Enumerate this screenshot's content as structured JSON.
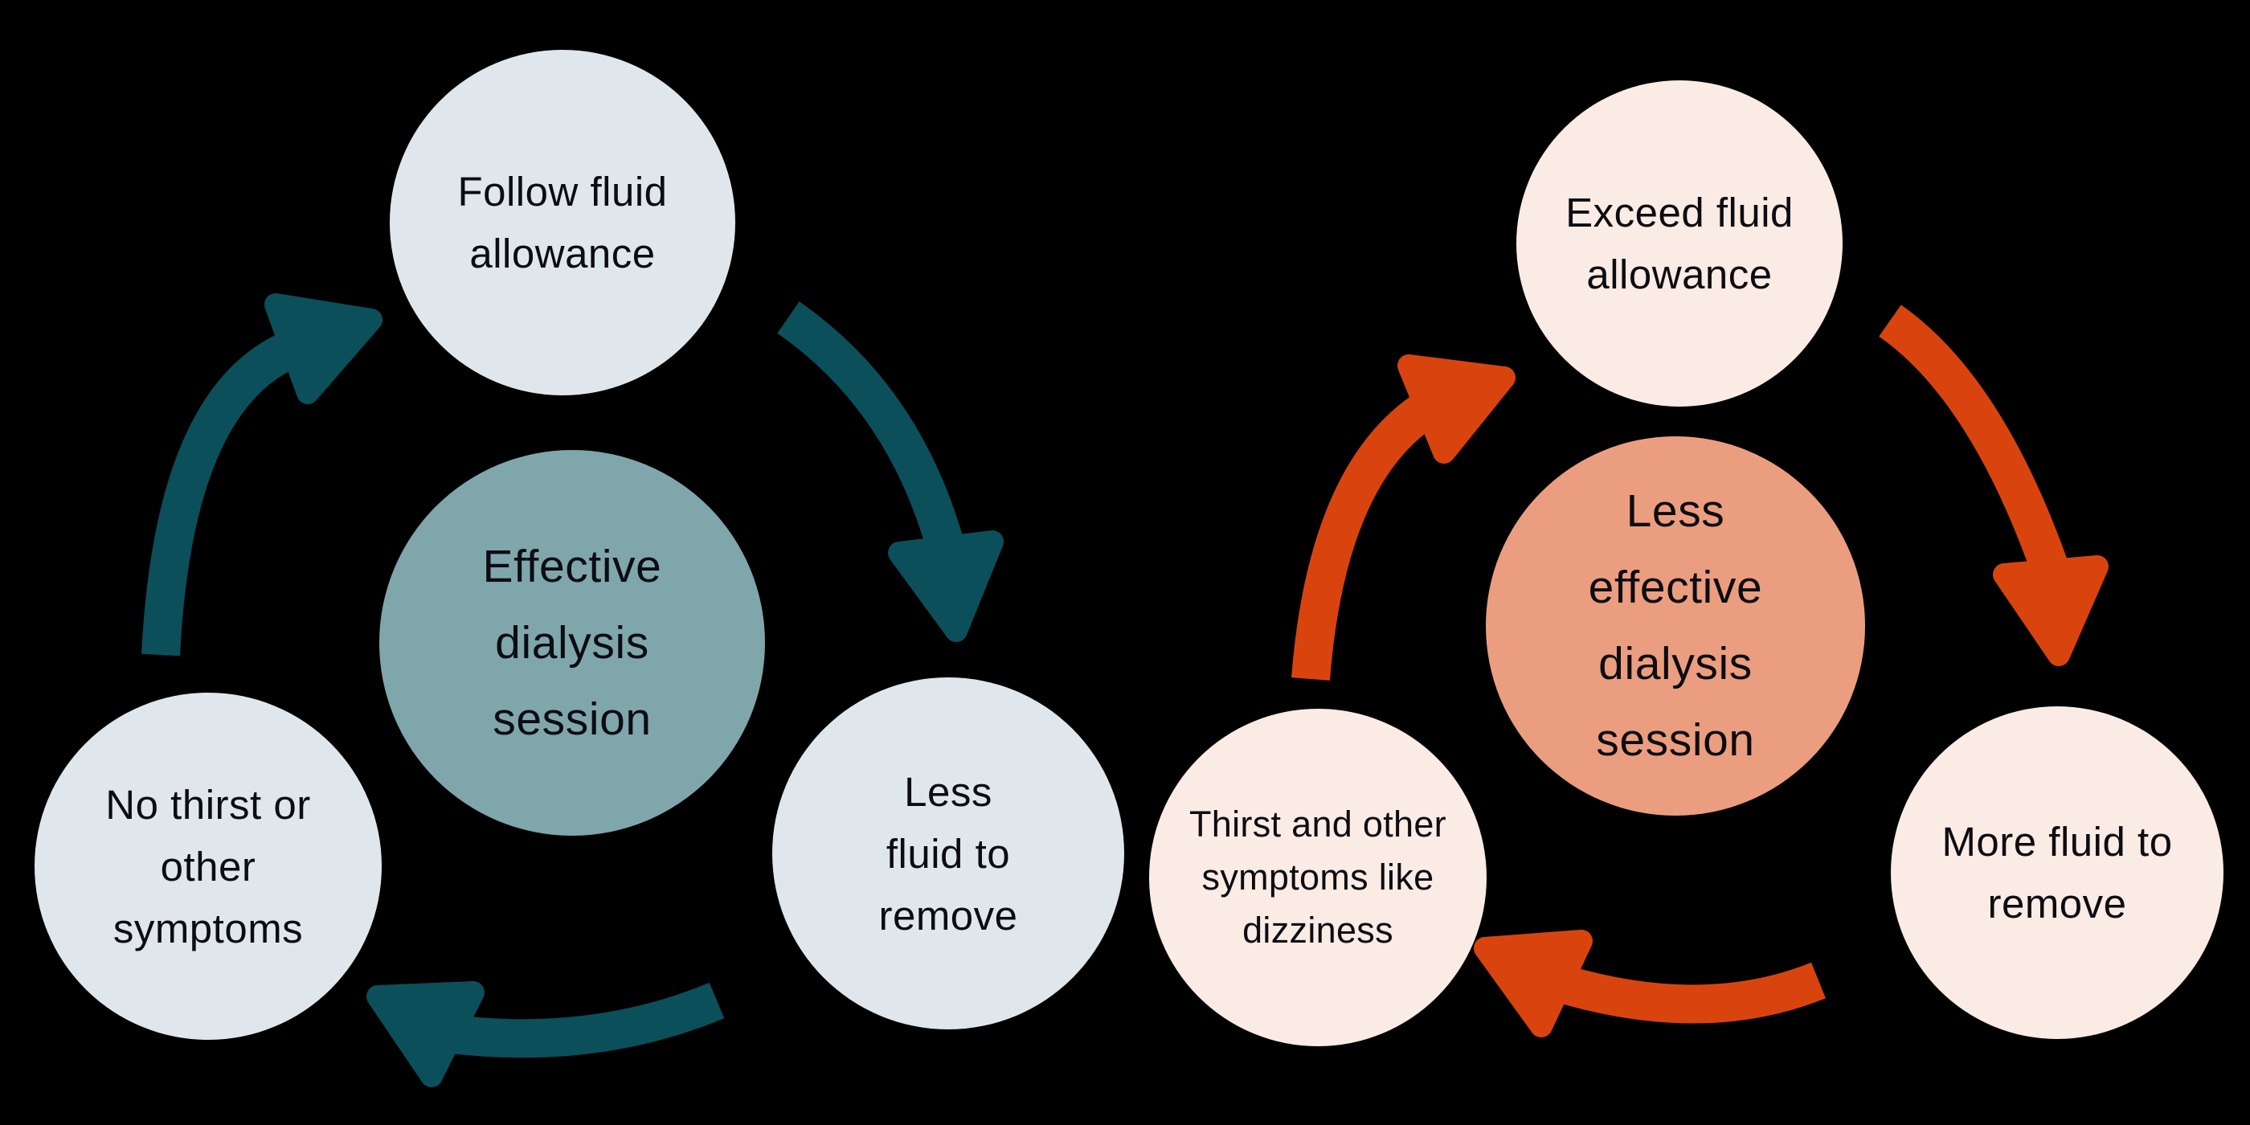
{
  "colors": {
    "background": "#000000",
    "text_color": "#0c0c12",
    "teal_arrow": "#0b4f5b",
    "teal_center": "#7fa6ab",
    "teal_node": "#dfe7ed",
    "orange_arrow": "#d9440e",
    "orange_center": "#eb9e7f",
    "orange_node": "#faebe4"
  },
  "left_cycle": {
    "name": "effective-dialysis-cycle",
    "center": {
      "label": "Effective dialysis session",
      "lines": [
        "Effective",
        "dialysis",
        "session"
      ]
    },
    "top": {
      "label": "Follow fluid allowance",
      "lines": [
        "Follow fluid",
        "allowance"
      ]
    },
    "bottom_right": {
      "label": "Less fluid to remove",
      "lines": [
        "Less",
        "fluid to",
        "remove"
      ]
    },
    "bottom_left": {
      "label": "No thirst or other symptoms",
      "lines": [
        "No thirst or",
        "other",
        "symptoms"
      ]
    }
  },
  "right_cycle": {
    "name": "less-effective-dialysis-cycle",
    "center": {
      "label": "Less effective dialysis session",
      "lines": [
        "Less",
        "effective",
        "dialysis",
        "session"
      ]
    },
    "top": {
      "label": "Exceed fluid allowance",
      "lines": [
        "Exceed fluid",
        "allowance"
      ]
    },
    "bottom_right": {
      "label": "More fluid to remove",
      "lines": [
        "More fluid to",
        "remove"
      ]
    },
    "bottom_left": {
      "label": "Thirst and other symptoms like dizziness",
      "lines": [
        "Thirst and other",
        "symptoms like",
        "dizziness"
      ]
    }
  }
}
